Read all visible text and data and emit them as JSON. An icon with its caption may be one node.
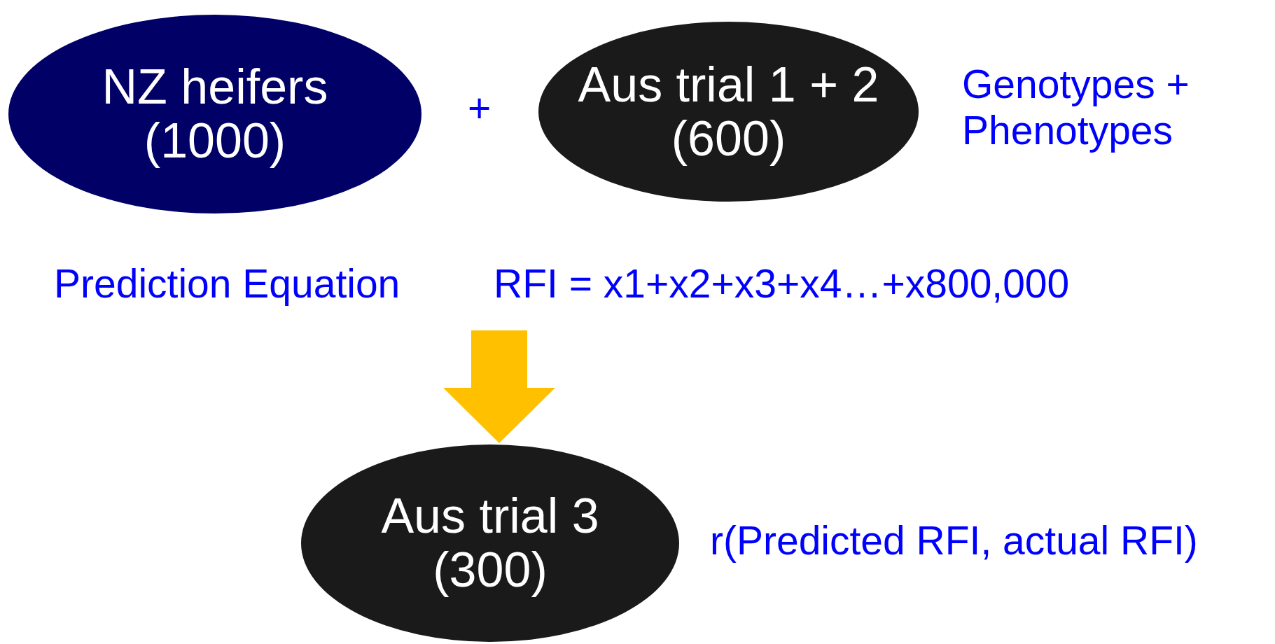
{
  "diagram": {
    "nodes": [
      {
        "text": [
          "NZ heifers",
          "(1000)"
        ]
      },
      {
        "text": [
          "Aus trial 1 + 2",
          "(600)"
        ]
      },
      {
        "text": [
          "Aus trial 3",
          "(300)"
        ],
        "beside": [
          "r(Predicted RFI, actual RFI)"
        ]
      }
    ],
    "edges": [
      {
        "from": null,
        "to": 2,
        "arrow": "to",
        "style": "thick",
        "color": "#ffc000"
      }
    ],
    "labels": [
      "+",
      "Genotypes + Phenotypes",
      "Prediction Equation",
      "RFI =  x1+x2+x3+x4…+x800,000"
    ]
  }
}
